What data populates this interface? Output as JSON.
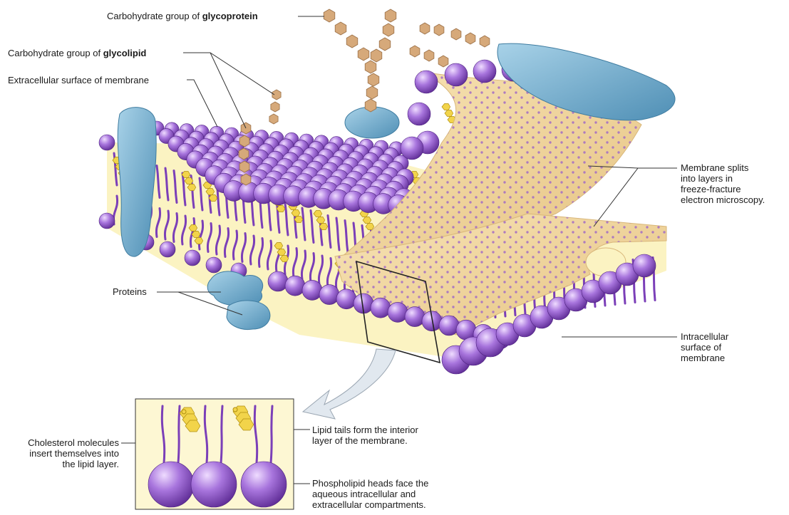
{
  "labels": {
    "glycoprotein_prefix": "Carbohydrate group of ",
    "glycoprotein_bold": "glycoprotein",
    "glycolipid_prefix": "Carbohydrate group of ",
    "glycolipid_bold": "glycolipid",
    "extracellular_surface": "Extracellular surface of membrane",
    "proteins": "Proteins",
    "membrane_splits": [
      "Membrane splits",
      "into layers in",
      "freeze-fracture",
      "electron microscopy."
    ],
    "intracellular_surface": [
      "Intracellular",
      "surface of",
      "membrane"
    ],
    "cholesterol": [
      "Cholesterol molecules",
      "insert themselves into",
      "the lipid layer."
    ],
    "lipid_tails": [
      "Lipid tails form the interior",
      "layer of the membrane."
    ],
    "phospholipid_heads": [
      "Phospholipid heads face the",
      "aqueous intracellular and",
      "extracellular compartments."
    ]
  },
  "colors": {
    "head_purple": "#8a4fc6",
    "head_light": "#d9b8f5",
    "tail_purple": "#7b3fb8",
    "interior_yellow": "#fbf3c2",
    "fracture_tan": "#f1d69c",
    "fracture_dot": "#a36cc4",
    "protein_blue": "#7fb5d3",
    "carbohydrate_tan": "#d6a97a",
    "cholesterol_yellow": "#f2d44a",
    "inset_bg": "#fdf7d3",
    "arrow_fill": "#dfe7ee"
  }
}
